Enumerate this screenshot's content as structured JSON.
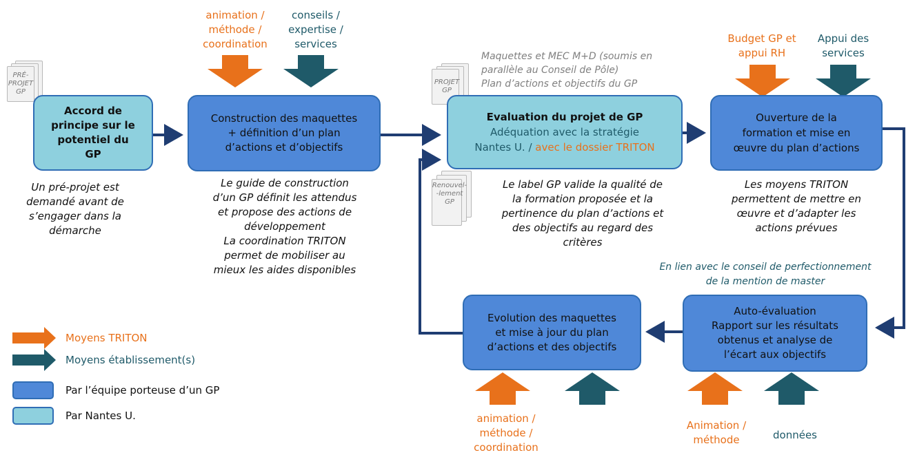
{
  "colors": {
    "orange": "#e8711b",
    "teal": "#1f5a69",
    "box_dark": "#4f88d8",
    "box_light": "#8ed0de",
    "connector": "#1f3d72"
  },
  "boxes": {
    "accord": [
      "Accord de",
      "principe sur le",
      "potentiel du",
      "GP"
    ],
    "construction": [
      "Construction des maquettes",
      "+ définition d’un plan",
      "d’actions et d’objectifs"
    ],
    "evaluation": {
      "title": "Evaluation du projet de GP",
      "line2": "Adéquation avec la stratégie",
      "line3a": "Nantes U. / ",
      "line3b": "avec le dossier TRITON"
    },
    "ouverture": [
      "Ouverture de la",
      "formation et mise en",
      "œuvre du plan d’actions"
    ],
    "evolution": [
      "Evolution des maquettes",
      "et mise à jour du plan",
      "d’actions et des objectifs"
    ],
    "autoevaluation": [
      "Auto-évaluation",
      "Rapport sur les résultats",
      "obtenus et analyse de",
      "l’écart aux objectifs"
    ]
  },
  "inputs": {
    "construction_orange": [
      "animation /",
      "méthode /",
      "coordination"
    ],
    "construction_teal": [
      "conseils /",
      "expertise /",
      "services"
    ],
    "ouverture_orange": [
      "Budget GP et",
      "appui RH"
    ],
    "ouverture_teal": [
      "Appui des",
      "services"
    ],
    "evolution_orange": [
      "animation /",
      "méthode /",
      "coordination"
    ],
    "auto_orange": [
      "Animation /",
      "méthode"
    ],
    "auto_teal": "données"
  },
  "notes": {
    "preprojet": [
      "Un pré-projet est",
      "demandé avant de",
      "s’engager dans la",
      "démarche"
    ],
    "guide": [
      "Le guide de construction",
      "d’un GP définit  les attendus",
      "et propose des actions de",
      "développement",
      "La coordination TRITON",
      "permet de mobiliser au",
      "mieux les aides disponibles"
    ],
    "label_gp": [
      "Le label GP valide la qualité de",
      "la formation proposée et la",
      "pertinence du plan d’actions et",
      "des objectifs au regard des",
      "critères"
    ],
    "moyens": [
      "Les moyens TRITON",
      "permettent de mettre en",
      "œuvre et d’adapter les",
      "actions prévues"
    ],
    "maquettes": [
      "Maquettes et MEC M+D (soumis en",
      "parallèle au Conseil de Pôle)",
      "Plan d’actions et objectifs du GP"
    ],
    "lien": [
      "En lien avec le conseil de perfectionnement",
      "de la mention de master"
    ]
  },
  "documents": {
    "preprojet": [
      "PRÉ-",
      "PROJET",
      "GP"
    ],
    "projet": [
      "PROJET",
      "GP"
    ],
    "renouvellement": [
      "Renouvel-",
      "-lement GP"
    ]
  },
  "legend": {
    "triton": "Moyens TRITON",
    "etablissement": "Moyens établissement(s)",
    "equipe": "Par l’équipe porteuse d’un GP",
    "nantes": "Par Nantes U."
  }
}
